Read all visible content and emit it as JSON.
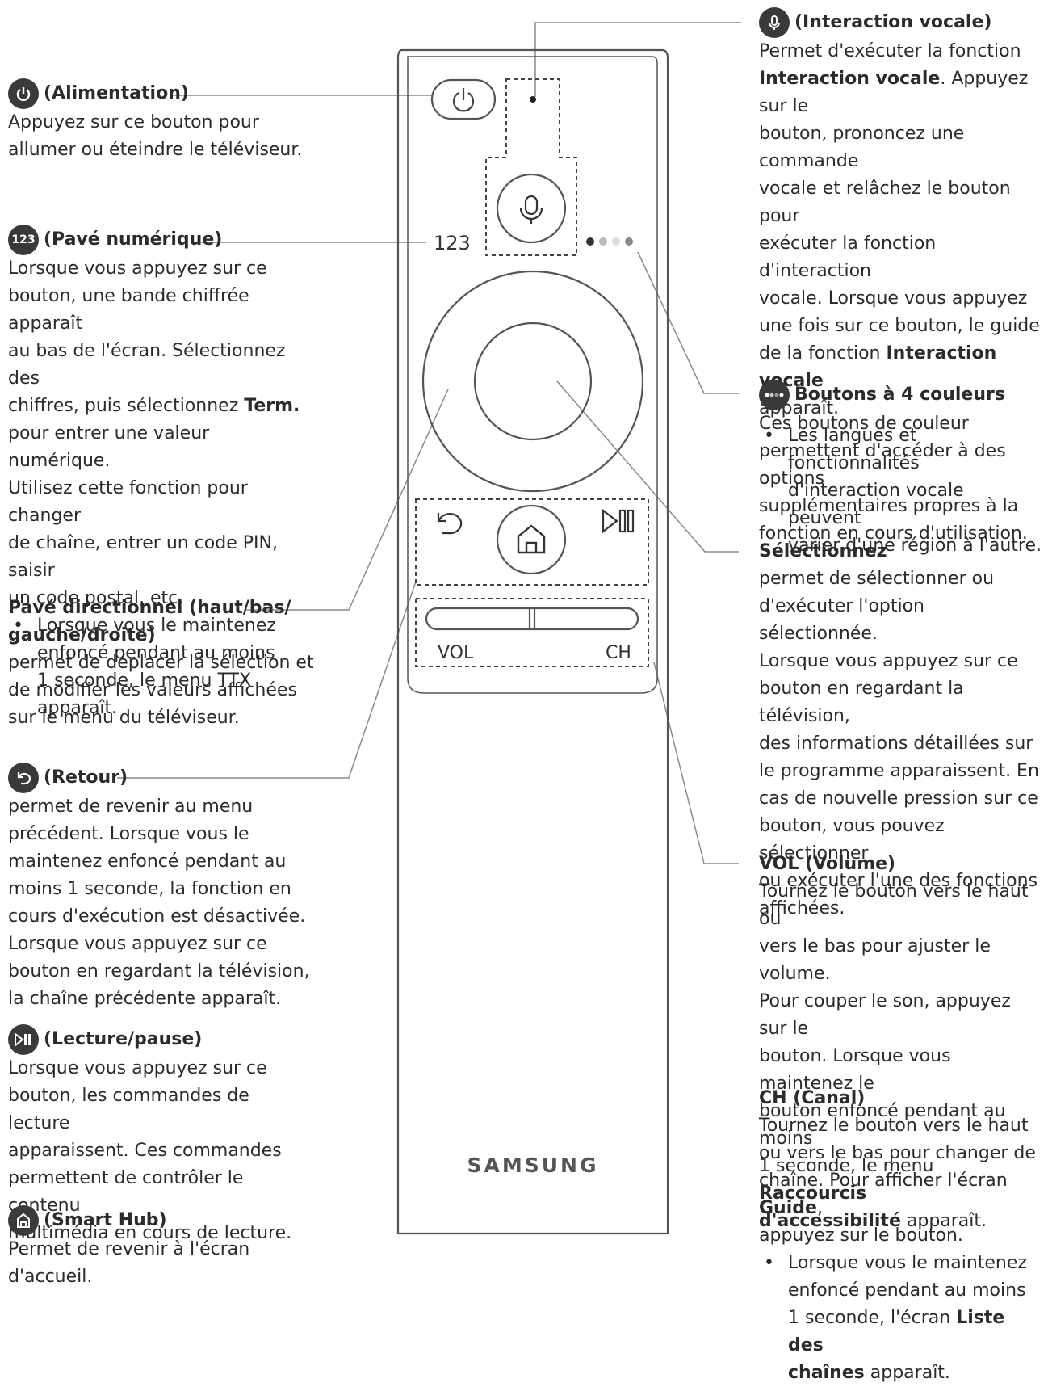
{
  "remote": {
    "label_123": "123",
    "label_vol": "VOL",
    "label_ch": "CH",
    "brand": "SAMSUNG"
  },
  "icons": {
    "power": "power-icon",
    "keypad": "keypad-icon",
    "back": "back-arrow-icon",
    "play_pause": "play-pause-icon",
    "home": "home-icon",
    "mic": "microphone-icon",
    "color_dots": "color-dots-icon"
  },
  "colors": {
    "badge": "#3a3a3a",
    "text": "#2b2b2b",
    "line": "#8a8a8a"
  },
  "left": {
    "power": {
      "title": "(Alimentation)",
      "lines": [
        "Appuyez sur ce bouton pour",
        "allumer ou éteindre le téléviseur."
      ]
    },
    "keypad": {
      "badge": "123",
      "title": "(Pavé numérique)",
      "lines": [
        "Lorsque vous appuyez sur ce",
        "bouton, une bande chiffrée apparaît",
        "au bas de l'écran. Sélectionnez des",
        "chiffres, puis sélectionnez ",
        "pour entrer une valeur numérique.",
        "Utilisez cette fonction pour changer",
        "de chaîne, entrer un code PIN, saisir",
        "un code postal, etc."
      ],
      "bold_term": "Term.",
      "bullet": [
        "Lorsque vous le maintenez",
        "enfoncé pendant au moins",
        "1 seconde, le menu TTX",
        "apparaît."
      ]
    },
    "dpad": {
      "title_1": "Pavé directionnel (haut/bas/",
      "title_2": "gauche/droite)",
      "lines": [
        "permet de déplacer la sélection et",
        "de modifier les valeurs affichées",
        "sur le menu du téléviseur."
      ]
    },
    "back": {
      "title": "(Retour)",
      "lines": [
        "permet de revenir au menu",
        "précédent. Lorsque vous le",
        "maintenez enfoncé pendant au",
        "moins 1 seconde, la fonction en",
        "cours d'exécution est désactivée.",
        "Lorsque vous appuyez sur ce",
        "bouton en regardant la télévision,",
        "la chaîne précédente apparaît."
      ]
    },
    "play": {
      "title": "(Lecture/pause)",
      "lines": [
        "Lorsque vous appuyez sur ce",
        "bouton, les commandes de lecture",
        "apparaissent. Ces commandes",
        "permettent de contrôler le contenu",
        "multimédia en cours de lecture."
      ]
    },
    "home": {
      "title": "(Smart Hub)",
      "lines": [
        "Permet de revenir à l'écran",
        "d'accueil."
      ]
    }
  },
  "right": {
    "voice": {
      "title": "(Interaction vocale)",
      "l1": "Permet d'exécuter la fonction",
      "l2b": "Interaction vocale",
      "l2": ". Appuyez sur le",
      "l3": "bouton, prononcez une commande",
      "l4": "vocale et relâchez le bouton pour",
      "l5": "exécuter la fonction d'interaction",
      "l6": "vocale. Lorsque vous appuyez",
      "l7": "une fois sur ce bouton, le guide",
      "l8": "de la fonction ",
      "l8b": "Interaction vocale",
      "l9": "apparaît.",
      "bullet": [
        "Les langues et fonctionnalités",
        "d'interaction vocale peuvent",
        "varier d'une région à l'autre."
      ]
    },
    "colors4": {
      "title": "Boutons à 4 couleurs",
      "lines": [
        "Ces boutons de couleur",
        "permettent d'accéder à des options",
        "supplémentaires propres à la",
        "fonction en cours d'utilisation."
      ]
    },
    "select": {
      "title": "Sélectionnez",
      "lines": [
        "permet de sélectionner ou",
        "d'exécuter l'option sélectionnée.",
        "Lorsque vous appuyez sur ce",
        "bouton en regardant la télévision,",
        "des informations détaillées sur",
        "le programme apparaissent. En",
        "cas de nouvelle pression sur ce",
        "bouton, vous pouvez sélectionner",
        "ou exécuter l'une des fonctions",
        "affichées."
      ]
    },
    "vol": {
      "title": "VOL (Volume)",
      "lines": [
        "Tournez le bouton vers le haut ou",
        "vers le bas pour ajuster le volume.",
        "Pour couper le son, appuyez sur le",
        "bouton. Lorsque vous maintenez le",
        "bouton enfoncé pendant au moins"
      ],
      "l6": "1 seconde, le menu ",
      "l6b": "Raccourcis",
      "l7b": "d'accessibilité",
      "l7": " apparaît."
    },
    "ch": {
      "title": "CH (Canal)",
      "lines": [
        "Tournez le bouton vers le haut",
        "ou vers le bas pour changer de"
      ],
      "l3": "chaîne. Pour afficher l'écran ",
      "l3b": "Guide",
      "l3c": ",",
      "l4": "appuyez sur le bouton.",
      "bullet_1": "Lorsque vous le maintenez",
      "bullet_2": "enfoncé pendant au moins",
      "bullet_3": "1 seconde, l'écran ",
      "bullet_3b": "Liste des",
      "bullet_4b": "chaînes",
      "bullet_4": " apparaît."
    }
  }
}
